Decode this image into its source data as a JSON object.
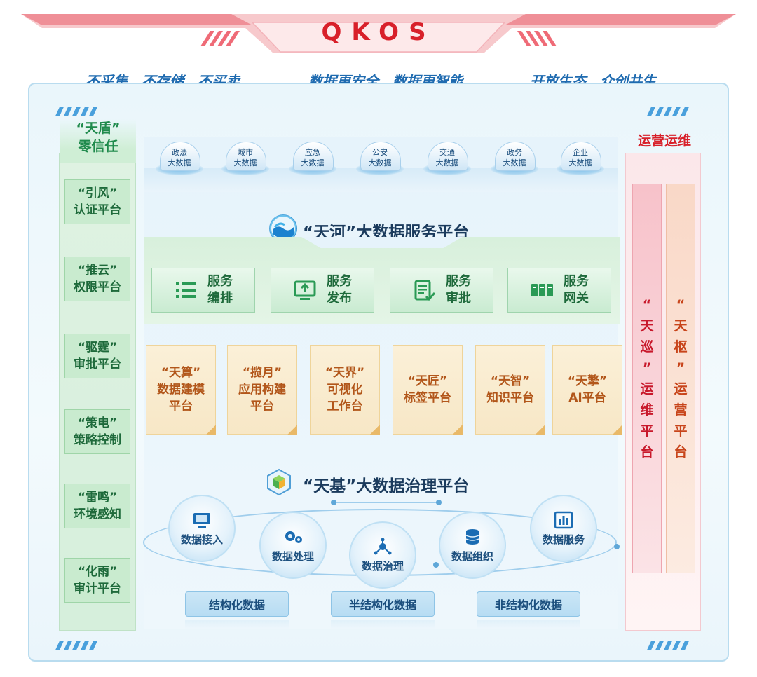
{
  "header": {
    "title": "QKOS"
  },
  "slogans": [
    "不采集、不存储、不买卖",
    "数据更安全、数据更智能",
    "开放生态、众创共生"
  ],
  "security": {
    "head_line1": "“天盾”",
    "head_line2": "零信任",
    "items": [
      {
        "line1": "“引风”",
        "line2": "认证平台"
      },
      {
        "line1": "“推云”",
        "line2": "权限平台"
      },
      {
        "line1": "“驱霆”",
        "line2": "审批平台"
      },
      {
        "line1": "“策电”",
        "line2": "策略控制"
      },
      {
        "line1": "“雷鸣”",
        "line2": "环境感知"
      },
      {
        "line1": "“化雨”",
        "line2": "审计平台"
      }
    ]
  },
  "operations": {
    "head": "运营运维",
    "bars": [
      {
        "chars": [
          "“",
          "天",
          "巡",
          "”",
          "运",
          "维",
          "平",
          "台"
        ]
      },
      {
        "chars": [
          "“",
          "天",
          "枢",
          "”",
          "运",
          "营",
          "平",
          "台"
        ]
      }
    ]
  },
  "big_data": [
    {
      "line1": "政法",
      "line2": "大数据"
    },
    {
      "line1": "城市",
      "line2": "大数据"
    },
    {
      "line1": "应急",
      "line2": "大数据"
    },
    {
      "line1": "公安",
      "line2": "大数据"
    },
    {
      "line1": "交通",
      "line2": "大数据"
    },
    {
      "line1": "政务",
      "line2": "大数据"
    },
    {
      "line1": "企业",
      "line2": "大数据"
    }
  ],
  "service_platform": {
    "title": "“天河”大数据服务平台",
    "services": [
      {
        "line1": "服务",
        "line2": "编排",
        "icon": "list-icon"
      },
      {
        "line1": "服务",
        "line2": "发布",
        "icon": "publish-icon"
      },
      {
        "line1": "服务",
        "line2": "审批",
        "icon": "approval-icon"
      },
      {
        "line1": "服务",
        "line2": "网关",
        "icon": "gateway-icon"
      }
    ]
  },
  "tools": [
    {
      "line1": "“天算”",
      "line2": "数据建模",
      "line3": "平台"
    },
    {
      "line1": "“揽月”",
      "line2": "应用构建",
      "line3": "平台"
    },
    {
      "line1": "“天界”",
      "line2": "可视化",
      "line3": "工作台"
    },
    {
      "line1": "“天匠”",
      "line2": "标签平台",
      "line3": ""
    },
    {
      "line1": "“天智”",
      "line2": "知识平台",
      "line3": ""
    },
    {
      "line1": "“天擎”",
      "line2": "AI平台",
      "line3": ""
    }
  ],
  "governance_platform": {
    "title": "“天基”大数据治理平台",
    "nodes": [
      {
        "label": "数据接入",
        "icon": "data-import-icon"
      },
      {
        "label": "数据处理",
        "icon": "gears-icon"
      },
      {
        "label": "数据治理",
        "icon": "network-icon"
      },
      {
        "label": "数据组织",
        "icon": "database-icon"
      },
      {
        "label": "数据服务",
        "icon": "bar-chart-icon"
      }
    ]
  },
  "data_types": [
    "结构化数据",
    "半结构化数据",
    "非结构化数据"
  ],
  "colors": {
    "brand_red": "#d8202a",
    "slogan_blue": "#1f6bb0",
    "security_green": "#1e6a3b",
    "tool_orange": "#b2561a",
    "ops_red": "#c8182b"
  }
}
